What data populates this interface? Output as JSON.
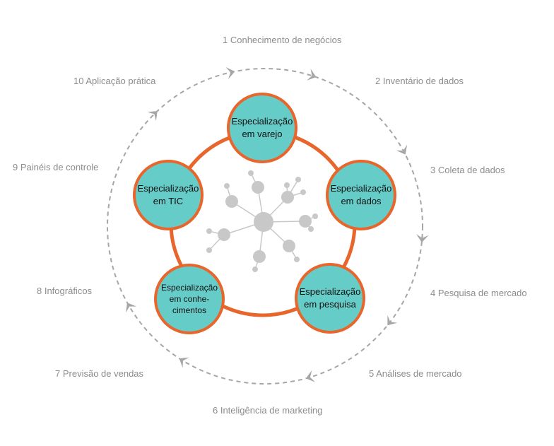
{
  "cycle_steps": [
    "1 Conhecimento de negócios",
    "2 Inventário de dados",
    "3 Coleta de dados",
    "4 Pesquisa de mercado",
    "5 Análises de mercado",
    "6 Inteligência de marketing",
    "7 Previsão de vendas",
    "8 Infográficos",
    "9 Painéis de controle",
    "10 Aplicação prática"
  ],
  "specializations": [
    {
      "line1": "Especialização",
      "line2": "em varejo"
    },
    {
      "line1": "Especialização",
      "line2": "em dados"
    },
    {
      "line1": "Especialização",
      "line2": "em pesquisa"
    },
    {
      "line1": "Especialização",
      "line2": "em conhe-",
      "line3": "cimentos"
    },
    {
      "line1": "Especialização",
      "line2": "em TIC"
    }
  ],
  "colors": {
    "node_fill": "#66ccc8",
    "node_border": "#e8652c",
    "ring": "#e8652c",
    "cycle_path": "#a6a6a6",
    "network": "#c8c8c8"
  },
  "icons": {
    "center": "network-graph-icon",
    "arrows": "chevron-arrow-icon"
  }
}
